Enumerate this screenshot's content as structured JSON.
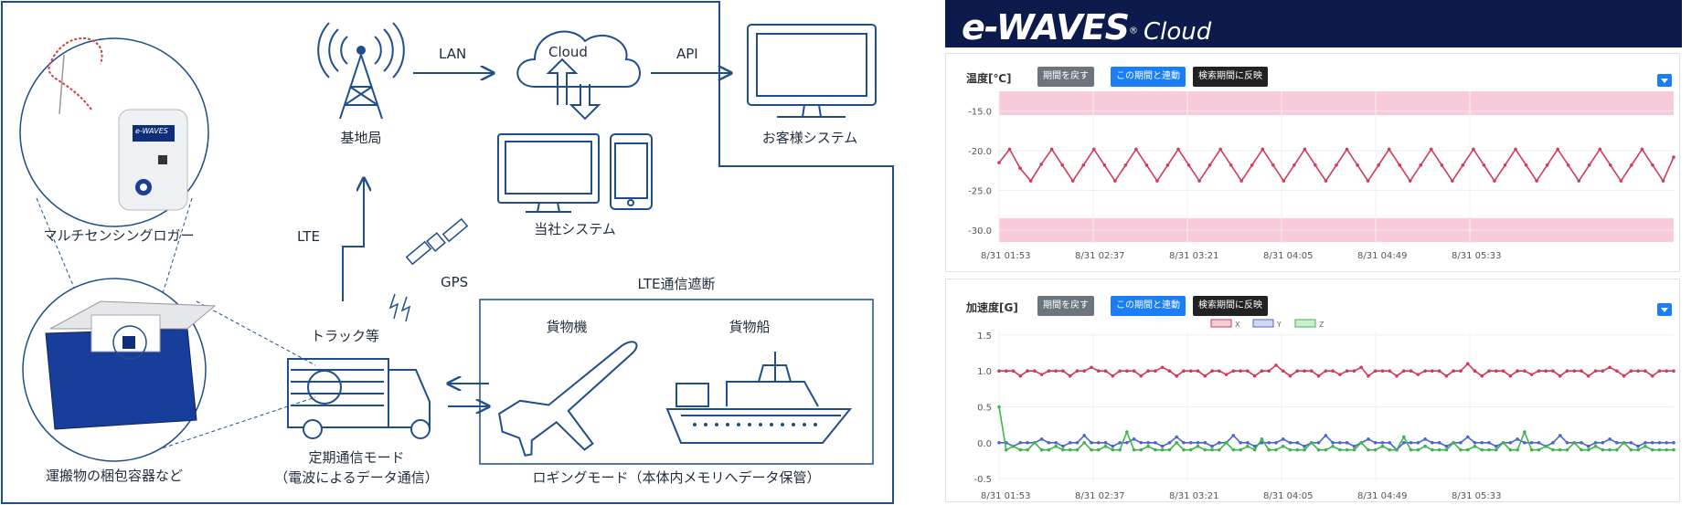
{
  "diagram": {
    "lan": "LAN",
    "cloud": "Cloud",
    "api": "API",
    "base_station": "基地局",
    "customer_system": "お客様システム",
    "company_system": "当社システム",
    "logger": "マルチセンシングロガー",
    "logger_brand": "e-WAVES",
    "container": "運搬物の梱包容器など",
    "lte": "LTE",
    "gps": "GPS",
    "truck": "トラック等",
    "lte_blocked": "LTE通信遮断",
    "airplane": "貨物機",
    "ship": "貨物船",
    "regular_mode": "定期通信モード",
    "regular_mode_sub": "（電波によるデータ通信）",
    "logging_mode": "ロギングモード（本体内メモリへデータ保管）"
  },
  "dashboard": {
    "logo_main": "e-WAVES",
    "logo_reg": "®",
    "logo_sub": "Cloud",
    "temp_card": {
      "title": "温度[℃]",
      "buttons": [
        "期間を戻す",
        "この期間と連動",
        "検索期間に反映"
      ]
    },
    "accel_card": {
      "title": "加速度[G]",
      "buttons": [
        "期間を戻す",
        "この期間と連動",
        "検索期間に反映"
      ]
    }
  },
  "chart_data": [
    {
      "type": "line",
      "title": "温度[℃]",
      "y_ticks": [
        "-15.0",
        "-20.0",
        "-25.0",
        "-30.0"
      ],
      "x_ticks": [
        "8/31 01:53",
        "8/31 02:37",
        "8/31 03:21",
        "8/31 04:05",
        "8/31 04:49",
        "8/31 05:33"
      ],
      "ylim": [
        -31.5,
        -12.5
      ],
      "bands": [
        [
          -15.5,
          -12.5
        ],
        [
          -31.5,
          -28.5
        ]
      ],
      "band_color": "#f9c9dc",
      "series": [
        {
          "color": "#d23a5a",
          "values": [
            -21.5,
            -19.8,
            -22.2,
            -23.8,
            -21.7,
            -19.8,
            -21.8,
            -23.8,
            -21.8,
            -19.8,
            -21.8,
            -23.8,
            -21.8,
            -19.8,
            -21.8,
            -23.8,
            -21.8,
            -19.8,
            -21.8,
            -23.8,
            -21.8,
            -19.8,
            -21.8,
            -23.8,
            -21.8,
            -19.8,
            -21.8,
            -23.8,
            -21.8,
            -19.8,
            -21.8,
            -23.8,
            -21.8,
            -19.8,
            -21.8,
            -23.8,
            -21.8,
            -19.8,
            -21.8,
            -23.8,
            -21.8,
            -19.8,
            -21.8,
            -23.8,
            -21.8,
            -19.8,
            -21.8,
            -23.8,
            -21.8,
            -19.8,
            -21.8,
            -23.8,
            -21.8,
            -19.8,
            -21.8,
            -23.8,
            -21.8,
            -19.8,
            -21.8,
            -23.8,
            -21.8,
            -19.8,
            -21.8,
            -23.8,
            -20.8
          ]
        }
      ]
    },
    {
      "type": "line",
      "title": "加速度[G]",
      "y_ticks": [
        "1.5",
        "1.0",
        "0.5",
        "0.0",
        "-0.5"
      ],
      "x_ticks": [
        "8/31 01:53",
        "8/31 02:37",
        "8/31 03:21",
        "8/31 04:05",
        "8/31 04:49",
        "8/31 05:33"
      ],
      "ylim": [
        -0.55,
        1.55
      ],
      "legend": [
        "X",
        "Y",
        "Z"
      ],
      "series": [
        {
          "name": "X",
          "color": "#d23a5a",
          "values": [
            1.0,
            1.0,
            1.0,
            0.93,
            1.0,
            1.0,
            0.95,
            1.0,
            1.0,
            1.0,
            0.93,
            1.0,
            1.0,
            1.05,
            1.0,
            1.0,
            0.93,
            1.0,
            1.0,
            1.0,
            0.93,
            1.0,
            1.0,
            1.05,
            1.0,
            0.93,
            1.0,
            1.0,
            1.0,
            0.93,
            1.0,
            1.0,
            0.95,
            1.0,
            1.0,
            1.0,
            0.93,
            1.0,
            1.0,
            1.08,
            1.0,
            0.93,
            1.0,
            1.0,
            1.0,
            0.93,
            1.0,
            1.0,
            0.95,
            1.0,
            1.0,
            1.05,
            0.93,
            1.0,
            1.0,
            1.0,
            0.93,
            1.0,
            1.0,
            0.95,
            1.0,
            1.0,
            1.0,
            0.93,
            1.0,
            1.0,
            1.1,
            1.0,
            0.93,
            1.0,
            1.0,
            1.0,
            0.93,
            1.0,
            1.0,
            0.95,
            1.0,
            1.0,
            1.0,
            0.93,
            1.0,
            1.0,
            1.0,
            0.93,
            1.0,
            1.0,
            1.05,
            1.0,
            0.93,
            1.0,
            1.0,
            1.0,
            0.93,
            1.0,
            1.0,
            1.0
          ]
        },
        {
          "name": "Y",
          "color": "#4d65c8",
          "values": [
            0.0,
            0.0,
            -0.05,
            0.0,
            0.0,
            0.0,
            0.05,
            0.0,
            0.0,
            -0.05,
            0.0,
            0.0,
            0.1,
            0.0,
            0.0,
            0.0,
            -0.05,
            0.0,
            0.0,
            0.05,
            0.0,
            0.0,
            0.0,
            -0.05,
            0.0,
            0.08,
            0.0,
            0.0,
            0.0,
            0.0,
            -0.05,
            0.0,
            0.0,
            0.1,
            0.0,
            0.0,
            -0.05,
            0.0,
            0.0,
            0.0,
            0.05,
            0.0,
            0.0,
            -0.05,
            0.0,
            0.0,
            0.1,
            0.0,
            0.0,
            0.0,
            -0.05,
            0.0,
            0.05,
            0.0,
            0.0,
            0.0,
            -0.1,
            0.0,
            0.0,
            0.0,
            0.05,
            0.0,
            0.0,
            -0.05,
            0.0,
            0.0,
            0.08,
            0.0,
            0.0,
            0.0,
            -0.05,
            0.0,
            0.0,
            0.05,
            0.0,
            0.0,
            0.0,
            -0.05,
            0.0,
            0.1,
            0.0,
            0.0,
            0.0,
            -0.05,
            0.0,
            0.0,
            0.05,
            0.0,
            0.0,
            0.0,
            -0.05,
            0.0,
            0.0,
            0.0,
            0.0,
            0.0
          ]
        },
        {
          "name": "Z",
          "color": "#3cb54a",
          "values": [
            0.5,
            -0.1,
            -0.05,
            -0.1,
            -0.1,
            0.0,
            -0.1,
            -0.1,
            -0.05,
            -0.1,
            -0.1,
            -0.1,
            0.0,
            -0.1,
            -0.1,
            -0.05,
            -0.1,
            -0.1,
            0.15,
            -0.1,
            -0.1,
            -0.05,
            -0.1,
            -0.1,
            -0.1,
            0.0,
            -0.1,
            -0.1,
            -0.05,
            -0.1,
            -0.1,
            -0.1,
            0.0,
            -0.1,
            -0.1,
            -0.05,
            -0.1,
            0.05,
            -0.1,
            -0.1,
            -0.05,
            -0.1,
            -0.1,
            -0.1,
            0.0,
            -0.1,
            -0.1,
            -0.05,
            -0.1,
            -0.1,
            -0.1,
            0.0,
            -0.1,
            -0.1,
            -0.05,
            -0.1,
            -0.1,
            0.08,
            -0.1,
            -0.1,
            -0.05,
            -0.1,
            -0.1,
            -0.1,
            0.0,
            -0.1,
            -0.1,
            -0.05,
            -0.1,
            -0.1,
            -0.1,
            0.0,
            -0.1,
            -0.1,
            0.15,
            -0.1,
            -0.1,
            -0.05,
            -0.1,
            -0.1,
            -0.1,
            0.0,
            -0.1,
            -0.1,
            -0.05,
            -0.1,
            -0.1,
            -0.1,
            0.0,
            -0.1,
            -0.1,
            -0.05,
            -0.1,
            -0.1,
            -0.1,
            -0.1
          ]
        }
      ]
    }
  ]
}
